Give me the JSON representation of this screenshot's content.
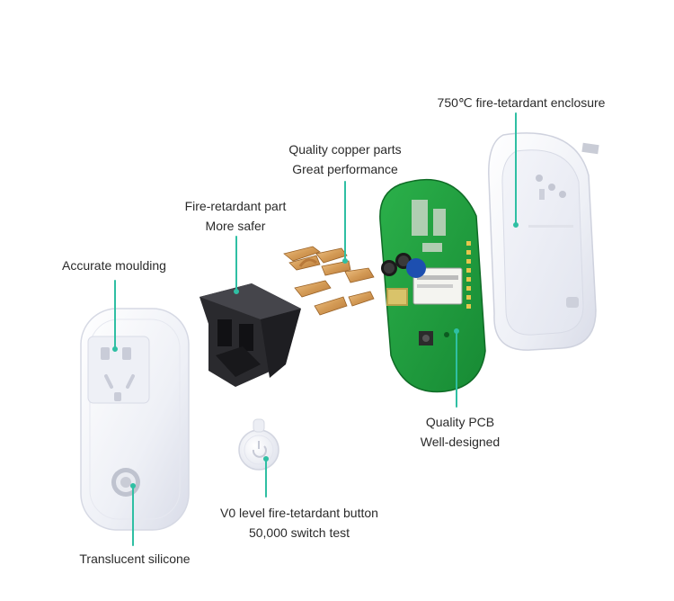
{
  "accent_color": "#2fbfa3",
  "labels": {
    "enclosure": "750℃ fire-tetardant enclosure",
    "copper": [
      "Quality copper parts",
      "Great performance"
    ],
    "fire_part": [
      "Fire-retardant part",
      "More safer"
    ],
    "moulding": "Accurate moulding",
    "pcb": [
      "Quality PCB",
      "Well-designed"
    ],
    "button": [
      "V0 level fire-tetardant button",
      "50,000 switch test"
    ],
    "silicone": "Translucent silicone"
  }
}
